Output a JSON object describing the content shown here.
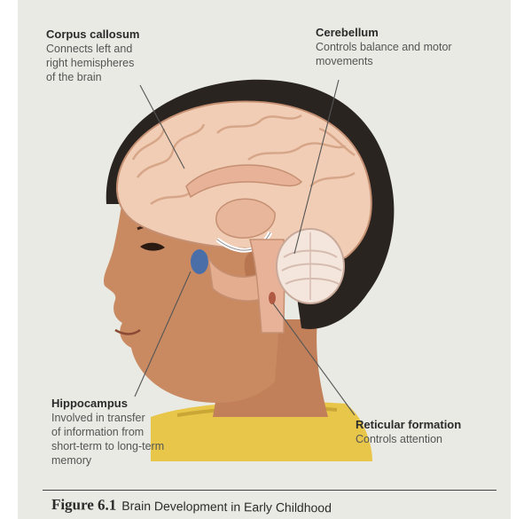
{
  "labels": {
    "corpus_callosum": {
      "title": "Corpus callosum",
      "desc": "Connects left and\nright hemispheres\nof the brain"
    },
    "cerebellum": {
      "title": "Cerebellum",
      "desc": "Controls balance and motor\nmovements"
    },
    "hippocampus": {
      "title": "Hippocampus",
      "desc": "Involved in transfer\nof information from\nshort-term to long-term\nmemory"
    },
    "reticular_formation": {
      "title": "Reticular formation",
      "desc": "Controls attention"
    }
  },
  "caption": {
    "figure": "Figure 6.1",
    "text": "Brain Development in Early Childhood"
  },
  "colors": {
    "background": "#e9eae3",
    "hair": "#2a2420",
    "skin": "#c98a62",
    "brain": "#f0cdb4",
    "hippocampus": "#4a6fa8",
    "shirt": "#e8c64a"
  }
}
